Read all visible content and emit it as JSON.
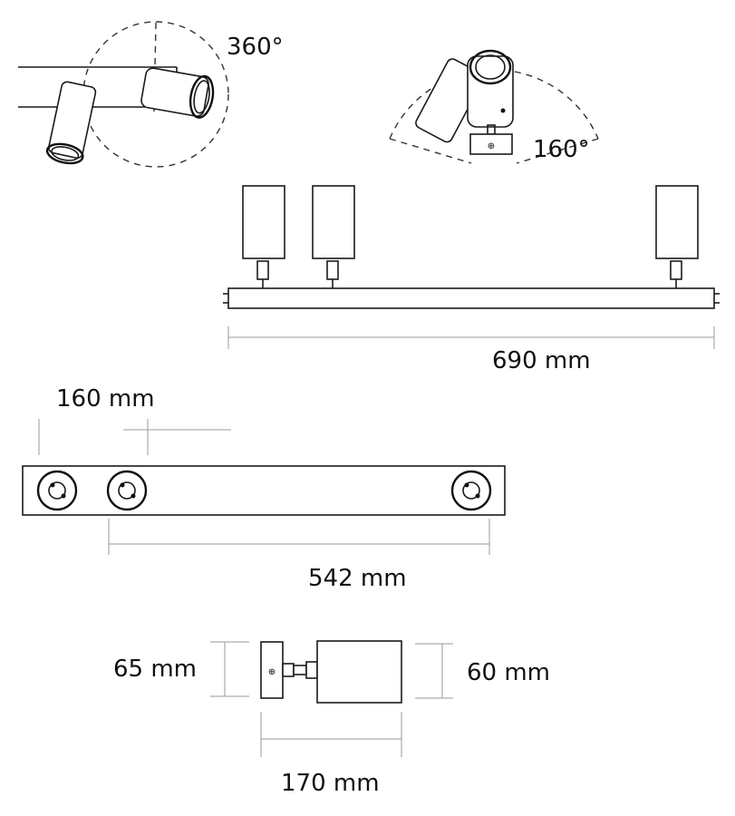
{
  "rotation": {
    "horizontal_label": "360°",
    "tilt_label": "160°"
  },
  "dimensions": {
    "total_length": "690 mm",
    "spot_spacing": "160 mm",
    "outer_spot_spacing": "542 mm",
    "base_height": "65 mm",
    "head_height": "60 mm",
    "projection": "170 mm"
  }
}
